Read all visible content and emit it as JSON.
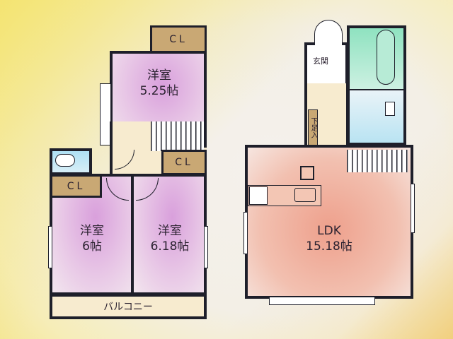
{
  "floor2": {
    "rooms": [
      {
        "name": "洋室",
        "size": "5.25帖"
      },
      {
        "name": "洋室",
        "size": "6帖"
      },
      {
        "name": "洋室",
        "size": "6.18帖"
      }
    ],
    "closets": [
      "CL",
      "CL",
      "CL"
    ],
    "balcony": "バルコニー"
  },
  "floor1": {
    "ldk": {
      "name": "LDK",
      "size": "15.18帖"
    },
    "entrance": "玄関",
    "shoe_closet": "下足入"
  },
  "colors": {
    "wall": "#1e1f2a",
    "bedroom": "#d9a0dc",
    "ldk": "#eea08c",
    "closet": "#c9a874",
    "hall": "#f7ebcf",
    "toilet": "#45c4e8",
    "bath": "#8fe2c0",
    "background_yellow": "#f3e27a"
  }
}
